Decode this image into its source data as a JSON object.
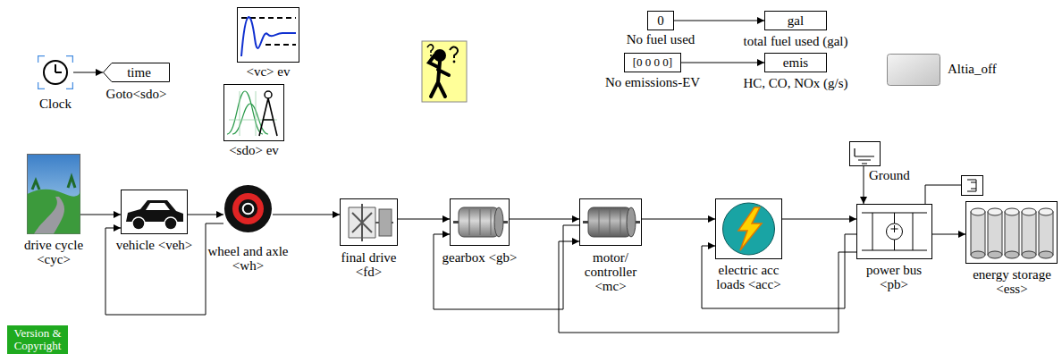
{
  "diagram": {
    "nodes": [
      {
        "text": [
          "Clock"
        ]
      },
      {
        "text": [
          "time",
          "Goto<sdo>"
        ]
      },
      {
        "text": [
          "<vc> ev"
        ]
      },
      {
        "text": [
          "<sdo> ev"
        ]
      },
      {
        "text": [
          "0",
          "No fuel used"
        ]
      },
      {
        "text": [
          "gal",
          "total fuel used (gal)"
        ]
      },
      {
        "text": [
          "[0 0 0 0]",
          "No emissions-EV"
        ]
      },
      {
        "text": [
          "emis",
          "HC, CO, NOx (g/s)"
        ]
      },
      {
        "text": [
          "Altia_off"
        ]
      },
      {
        "text": [
          "drive cycle <cyc>"
        ]
      },
      {
        "text": [
          "vehicle <veh>"
        ]
      },
      {
        "text": [
          "wheel and axle <wh>"
        ]
      },
      {
        "text": [
          "final drive <fd>"
        ]
      },
      {
        "text": [
          "gearbox <gb>"
        ]
      },
      {
        "text": [
          "motor/ controller <mc>"
        ]
      },
      {
        "text": [
          "electric acc loads <acc>"
        ]
      },
      {
        "text": [
          "Ground"
        ]
      },
      {
        "text": [
          "power bus <pb>"
        ]
      },
      {
        "text": [
          "energy storage <ess>"
        ]
      },
      {
        "text": [
          "Version & Copyright"
        ]
      }
    ],
    "edges": [
      {
        "from": 0,
        "to": 1,
        "arrow": "to"
      },
      {
        "from": 4,
        "to": 5,
        "arrow": "to"
      },
      {
        "from": 6,
        "to": 7,
        "arrow": "to"
      },
      {
        "from": 9,
        "to": 10,
        "arrow": "to"
      },
      {
        "from": 10,
        "to": 11,
        "arrow": "to"
      },
      {
        "from": 11,
        "to": 12,
        "arrow": "to"
      },
      {
        "from": 12,
        "to": 13,
        "arrow": "to"
      },
      {
        "from": 13,
        "to": 14,
        "arrow": "to"
      },
      {
        "from": 14,
        "to": 15,
        "arrow": "to"
      },
      {
        "from": 15,
        "to": 17,
        "arrow": "to"
      },
      {
        "from": 17,
        "to": 18,
        "arrow": "to"
      },
      {
        "from": 16,
        "to": 17,
        "arrow": "to"
      },
      {
        "from": 11,
        "to": 10,
        "arrow": "to"
      },
      {
        "from": 14,
        "to": 13,
        "arrow": "to"
      },
      {
        "from": 17,
        "to": 15,
        "arrow": "to"
      },
      {
        "from": 17,
        "to": 14,
        "arrow": "to"
      }
    ]
  }
}
